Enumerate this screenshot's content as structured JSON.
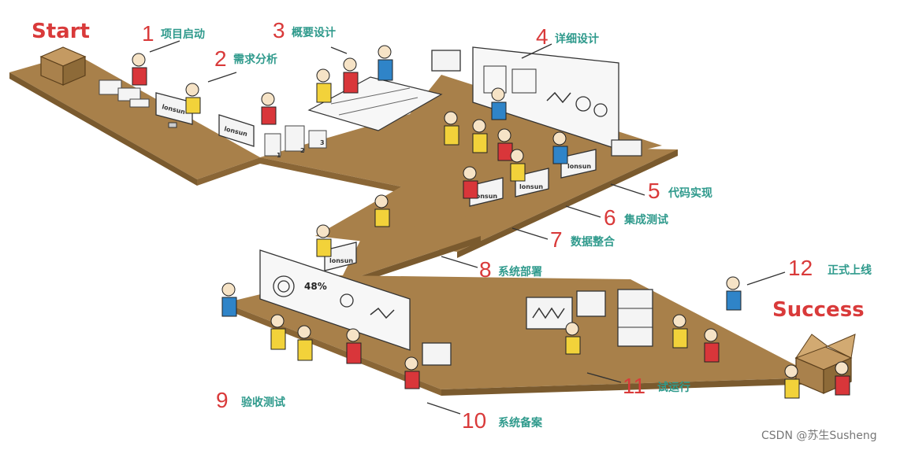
{
  "start_label": "Start",
  "success_label": "Success",
  "steps": [
    {
      "num": "1",
      "label": "项目启动"
    },
    {
      "num": "2",
      "label": "需求分析"
    },
    {
      "num": "3",
      "label": "概要设计"
    },
    {
      "num": "4",
      "label": "详细设计"
    },
    {
      "num": "5",
      "label": "代码实现"
    },
    {
      "num": "6",
      "label": "集成测试"
    },
    {
      "num": "7",
      "label": "数据整合"
    },
    {
      "num": "8",
      "label": "系统部署"
    },
    {
      "num": "9",
      "label": "验收测试"
    },
    {
      "num": "10",
      "label": "系统备案"
    },
    {
      "num": "11",
      "label": "试运行"
    },
    {
      "num": "12",
      "label": "正式上线"
    }
  ],
  "monitor_brand": "lonsun",
  "board_percent": "48%",
  "folder_numbers": [
    "1",
    "2",
    "3"
  ],
  "watermark": "CSDN @苏生Susheng",
  "colors": {
    "table": "#a8804a",
    "table_edge": "#8a6636",
    "accent_red": "#d93a3a",
    "label_teal": "#2f9a8c",
    "shirt_yellow": "#f2d23a",
    "shirt_red": "#d9363a",
    "shirt_blue": "#2f84c8"
  }
}
